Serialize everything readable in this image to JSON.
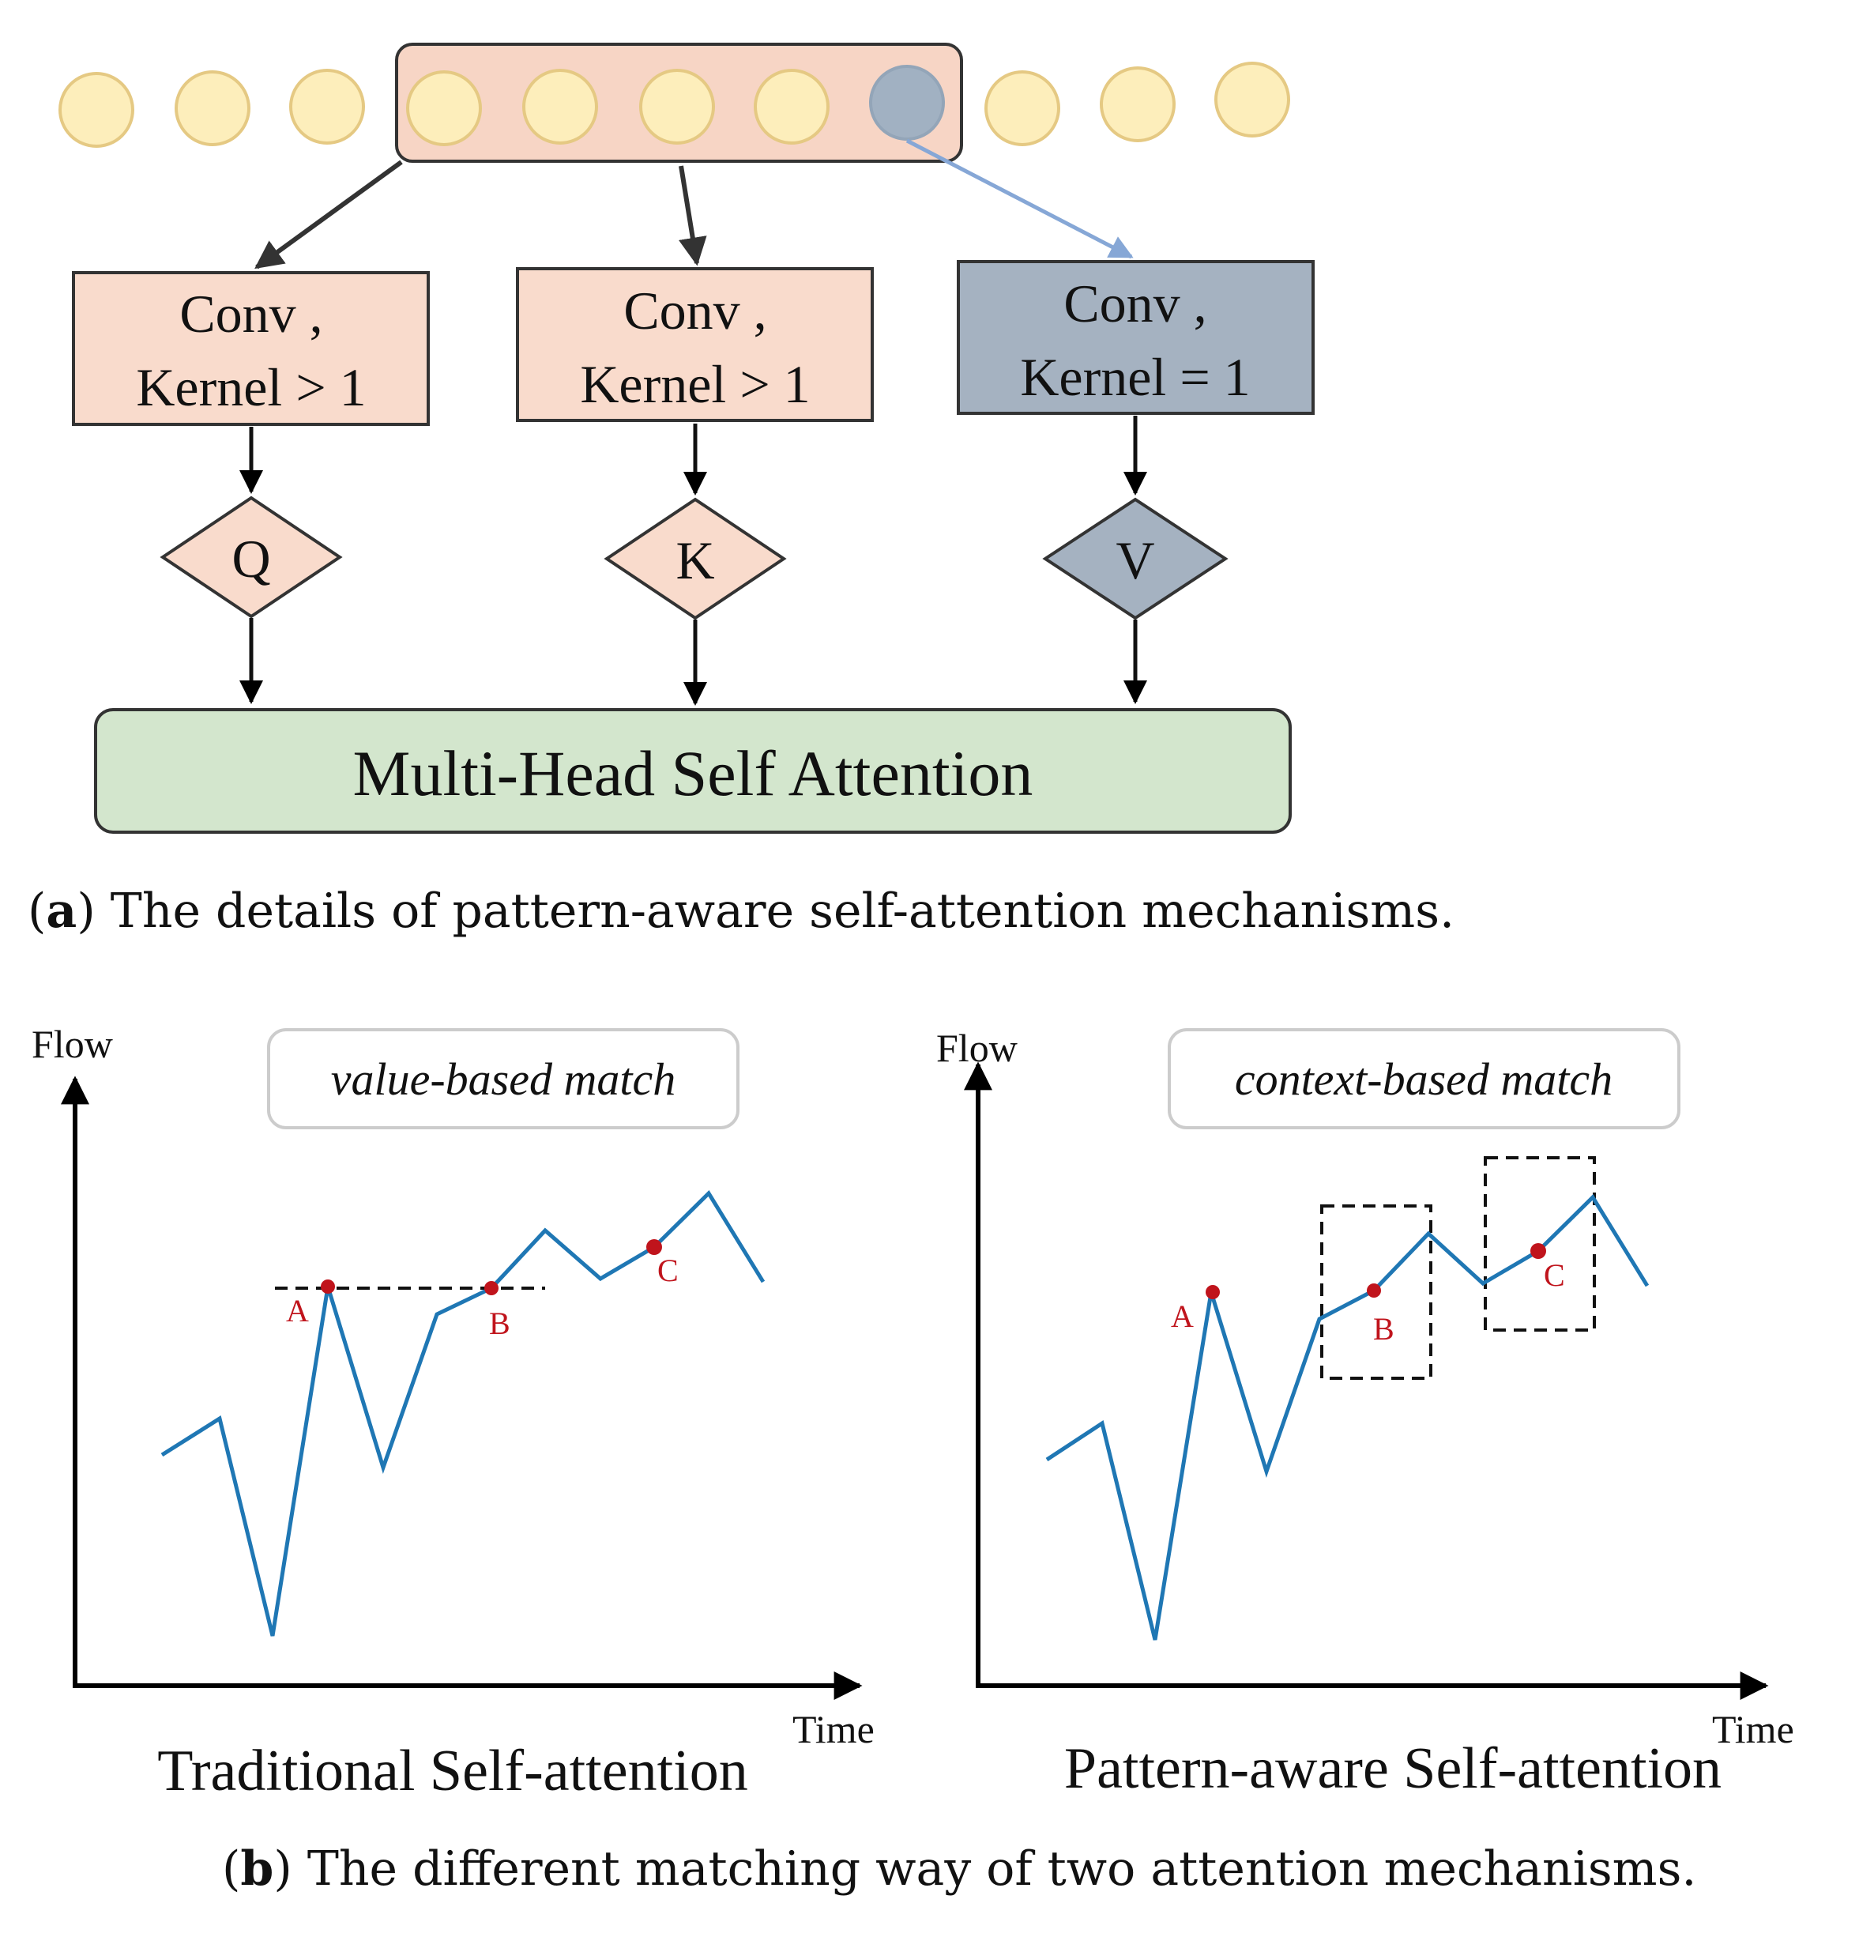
{
  "panel_a": {
    "boxes": {
      "q_line1": "Conv ,",
      "q_line2": "Kernel > 1",
      "k_line1": "Conv ,",
      "k_line2": "Kernel > 1",
      "v_line1": "Conv ,",
      "v_line2": "Kernel = 1"
    },
    "diamonds": {
      "q": "Q",
      "k": "K",
      "v": "V"
    },
    "mhsa_label": "Multi-Head Self Attention",
    "colors": {
      "sequence_dot": "#fdeebb",
      "highlighted_dot": "#a1b1c2",
      "window_fill": "#f7d5c5",
      "qk_fill": "#f9dbcc",
      "v_fill": "#a5b2c1",
      "mhsa_fill": "#d3e6cd",
      "v_arrow": "#86a7d6"
    },
    "caption_tag": "a",
    "caption_text": "The details of pattern-aware self-attention mechanisms."
  },
  "panel_b": {
    "left": {
      "y_axis_label": "Flow",
      "x_axis_label": "Time",
      "match_label": "value-based match",
      "title": "Traditional Self-attention",
      "points": {
        "a": "A",
        "b": "B",
        "c": "C"
      }
    },
    "right": {
      "y_axis_label": "Flow",
      "x_axis_label": "Time",
      "match_label": "context-based match",
      "title": "Pattern-aware Self-attention",
      "points": {
        "a": "A",
        "b": "B",
        "c": "C"
      }
    },
    "colors": {
      "series_line": "#1f77b4",
      "point": "#c0141c"
    },
    "caption_tag": "b",
    "caption_text": "The different matching way of two attention mechanisms."
  }
}
